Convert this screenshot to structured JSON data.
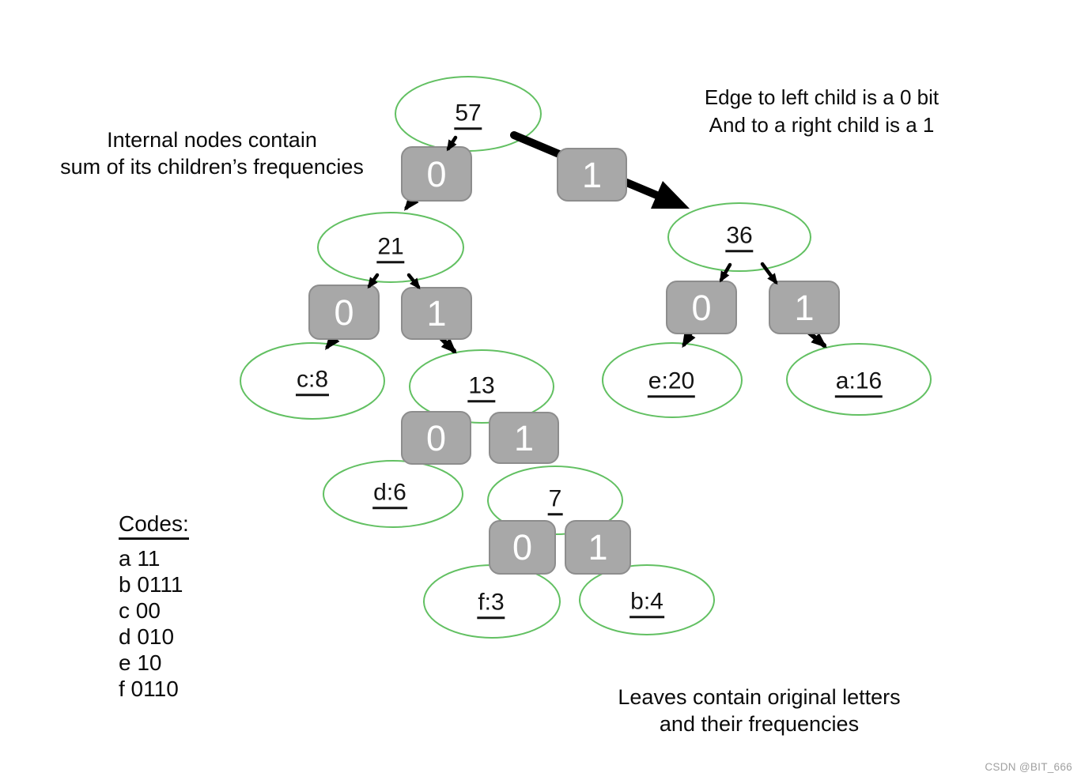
{
  "diagram_type": "huffman-coding-tree",
  "notes": {
    "internal_line1": "Internal nodes contain",
    "internal_line2": "sum of its children’s frequencies",
    "edge_line1": "Edge to left child is a 0 bit",
    "edge_line2": "And to a right child is a 1",
    "leaves_line1": "Leaves contain original letters",
    "leaves_line2": "and their frequencies"
  },
  "nodes": {
    "root": "57",
    "left_internal": "21",
    "right_internal": "36",
    "leaf_c": "c:8",
    "mid_internal": "13",
    "leaf_d": "d:6",
    "low_internal": "7",
    "leaf_f": "f:3",
    "leaf_b": "b:4",
    "leaf_e": "e:20",
    "leaf_a": "a:16"
  },
  "edge_bits": {
    "root_left": "0",
    "root_right": "1",
    "n21_left": "0",
    "n21_right": "1",
    "n13_left": "0",
    "n13_right": "1",
    "n7_left": "0",
    "n7_right": "1",
    "n36_left": "0",
    "n36_right": "1"
  },
  "tree_structure": {
    "57": {
      "0": "21",
      "1": "36"
    },
    "21": {
      "0": "c:8",
      "1": "13"
    },
    "13": {
      "0": "d:6",
      "1": "7"
    },
    "7": {
      "0": "f:3",
      "1": "b:4"
    },
    "36": {
      "0": "e:20",
      "1": "a:16"
    }
  },
  "codes": {
    "heading": "Codes:",
    "lines": [
      "a 11",
      "b 0111",
      "c 00",
      "d 010",
      "e 10",
      "f 0110"
    ]
  },
  "watermark": "CSDN @BIT_666",
  "colors": {
    "ellipse_stroke": "#62c062",
    "edge_box_fill": "#a8a8a8",
    "edge_box_border": "#8d8d8d",
    "edge_box_text": "#ffffff",
    "connector_black": "#000000",
    "text_black": "#141414",
    "watermark_gray": "#a0a0a0"
  }
}
